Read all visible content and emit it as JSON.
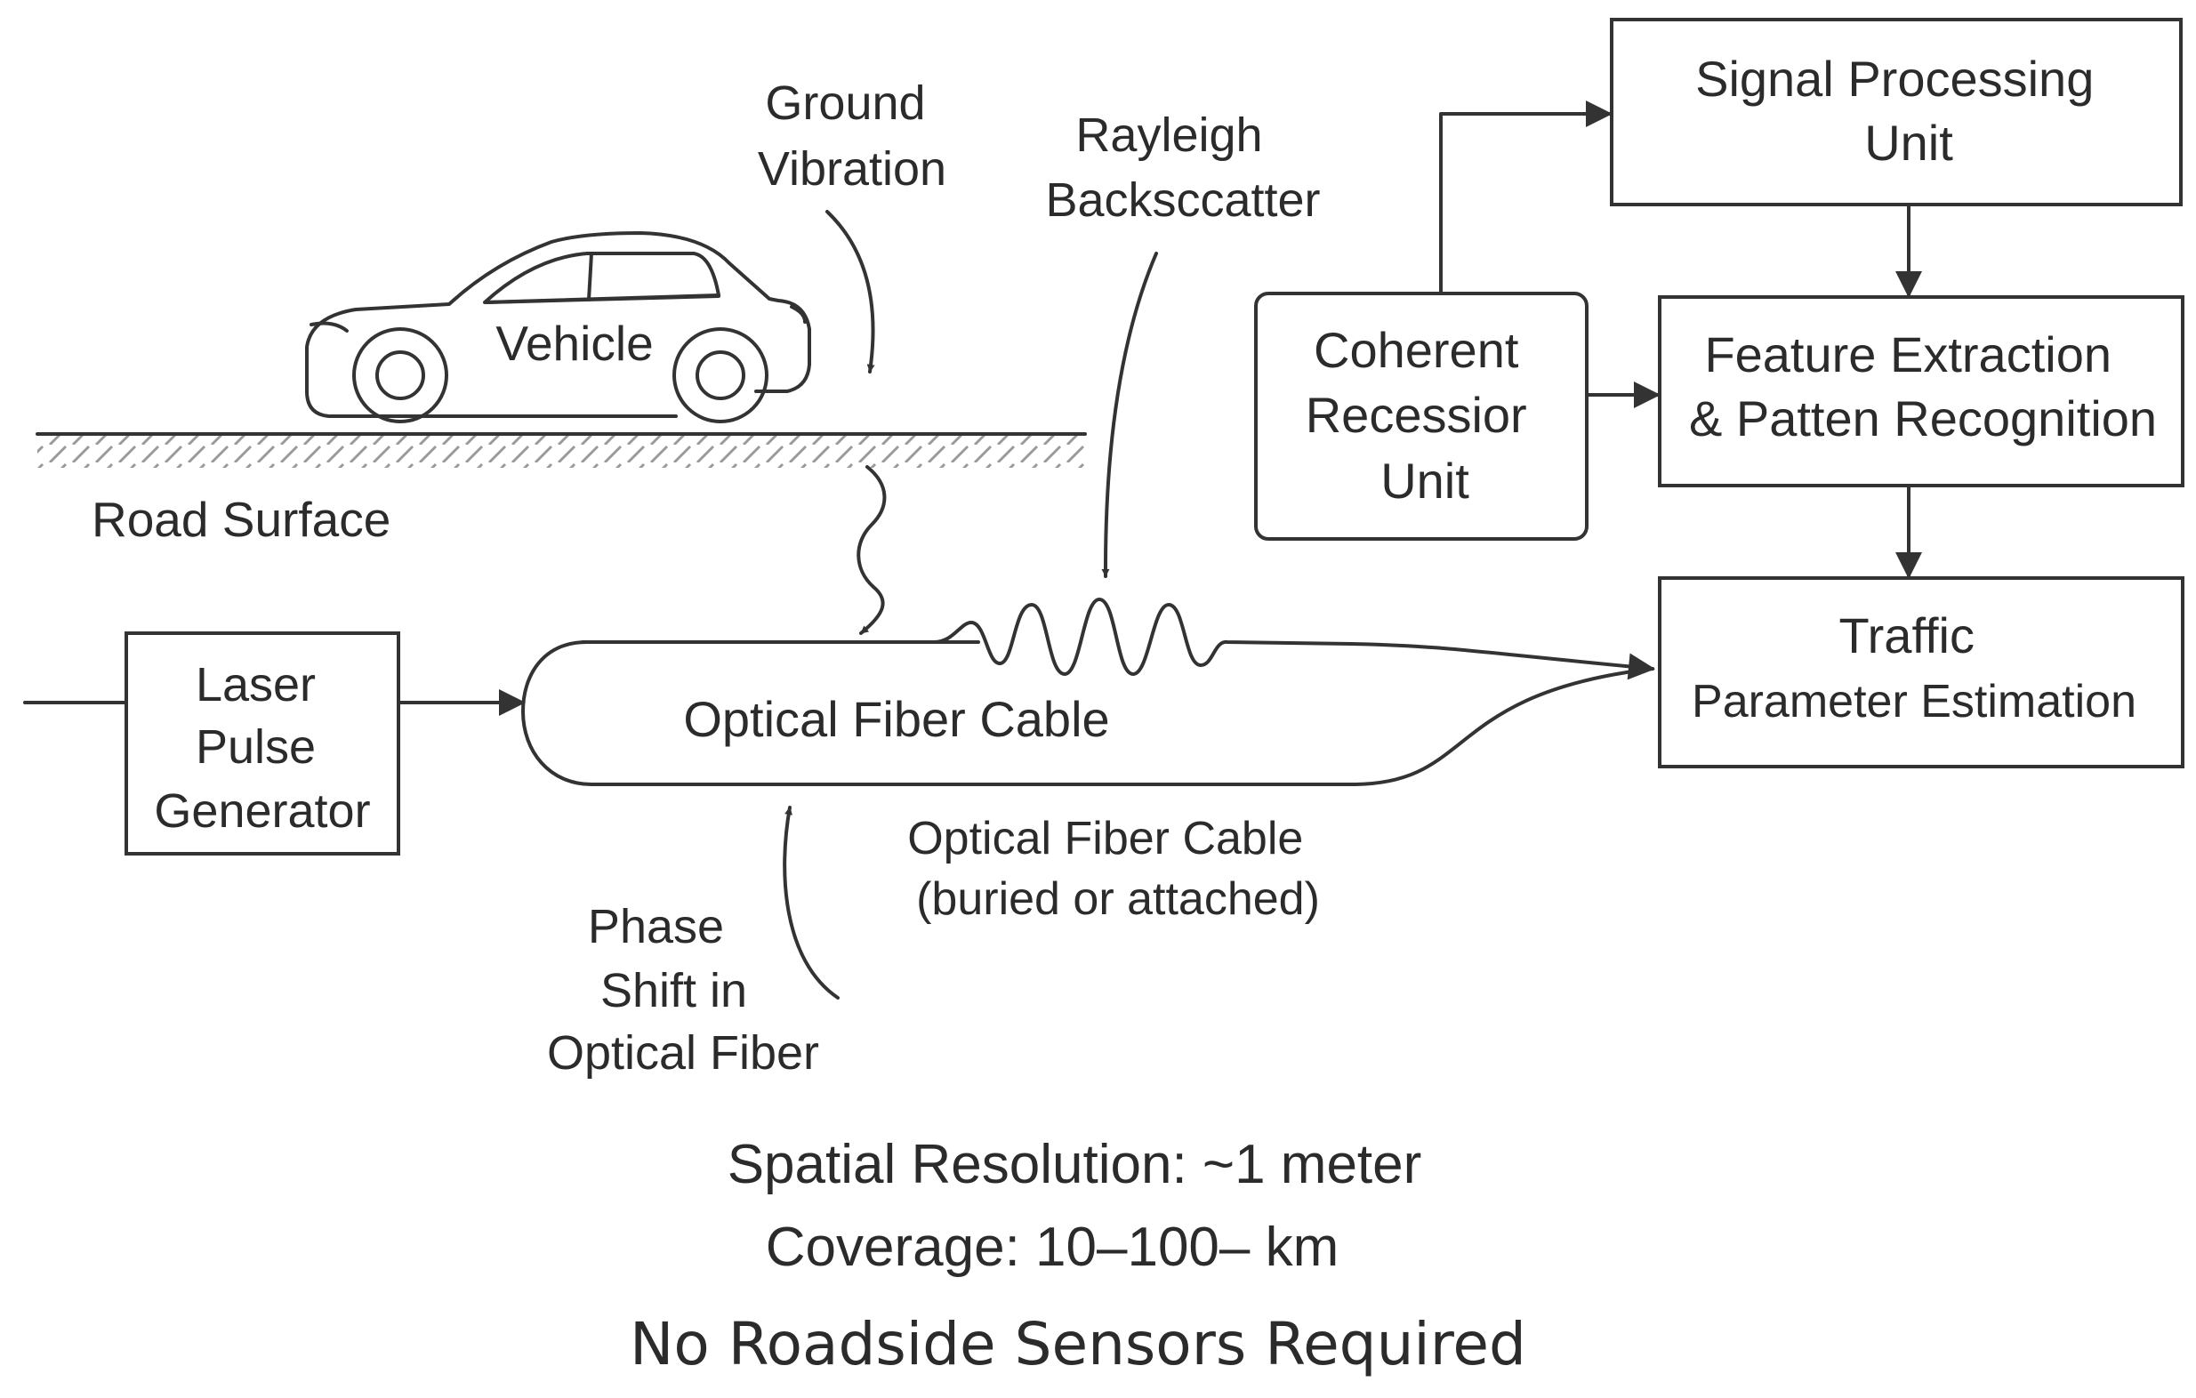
{
  "labels": {
    "ground_vibration": [
      "Ground",
      "Vibration"
    ],
    "rayleigh": [
      "Rayleigh",
      "Backsccatter"
    ],
    "vehicle": "Vehicle",
    "road_surface": "Road Surface",
    "laser": [
      "Laser",
      "Pulse",
      "Generator"
    ],
    "fiber_cable": "Optical Fiber Cable",
    "fiber_note": [
      "Optical Fiber Cable",
      "(buried or attached)"
    ],
    "phase_shift": [
      "Phase",
      "Shift in",
      "Optical Fiber"
    ],
    "signal_processing": [
      "Signal Processing",
      "Unit"
    ],
    "coherent": [
      "Coherent",
      "Recessior",
      "Unit"
    ],
    "feature_extraction": [
      "Feature Extraction",
      "& Patten Recognition"
    ],
    "traffic": [
      "Traffic",
      "Parameter Estimation"
    ]
  },
  "footer": {
    "resolution": "Spatial Resolution: ~1 meter",
    "coverage": "Coverage: 10–100– km",
    "no_sensors": "No Roadside Sensors Required"
  }
}
